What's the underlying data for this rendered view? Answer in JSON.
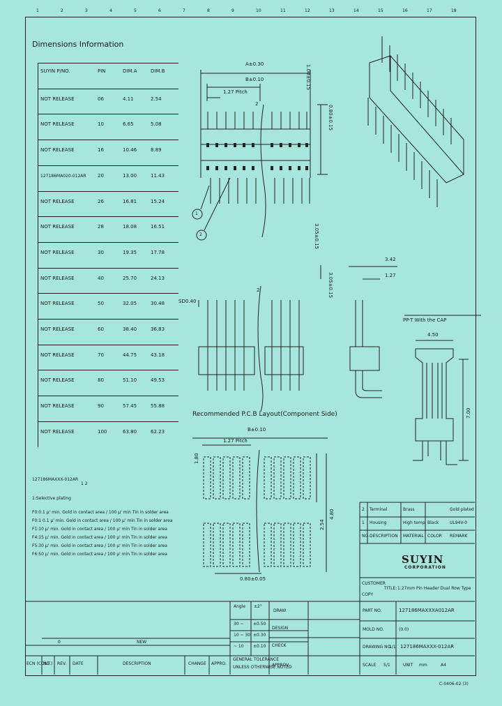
{
  "ruler_top": [
    "1",
    "2",
    "3",
    "4",
    "5",
    "6",
    "7",
    "8",
    "9",
    "10",
    "11",
    "12",
    "13",
    "14",
    "15",
    "16",
    "17",
    "18"
  ],
  "dim_info": {
    "title": "Dimensions Information",
    "headers": [
      "SUYIN P/NO.",
      "PIN",
      "DIM.A",
      "DIM.B"
    ],
    "rows": [
      [
        "NOT RELEASE",
        "06",
        "4.11",
        "2.54"
      ],
      [
        "NOT RELEASE",
        "10",
        "6.65",
        "5.08"
      ],
      [
        "NOT RELEASE",
        "16",
        "10.46",
        "8.89"
      ],
      [
        "127186MA020-012AR",
        "20",
        "13.00",
        "11.43"
      ],
      [
        "NOT RELEASE",
        "26",
        "16.81",
        "15.24"
      ],
      [
        "NOT RELEASE",
        "28",
        "18.08",
        "16.51"
      ],
      [
        "NOT RELEASE",
        "30",
        "19.35",
        "17.78"
      ],
      [
        "NOT RELEASE",
        "40",
        "25.70",
        "24.13"
      ],
      [
        "NOT RELEASE",
        "50",
        "32.05",
        "30.48"
      ],
      [
        "NOT RELEASE",
        "60",
        "38.40",
        "36.83"
      ],
      [
        "NOT RELEASE",
        "70",
        "44.75",
        "43.18"
      ],
      [
        "NOT RELEASE",
        "80",
        "51.10",
        "49.53"
      ],
      [
        "NOT RELEASE",
        "90",
        "57.45",
        "55.88"
      ],
      [
        "NOT RELEASE",
        "100",
        "63.80",
        "62.23"
      ]
    ]
  },
  "drawing": {
    "dim_a": "A±0.30",
    "dim_b": "B±0.10",
    "pitch": "1.27 Pitch",
    "pitch2": "1.27 Pitch",
    "b010": "B±0.10",
    "v1": "1.00±0.15",
    "v2": "0.80±0.15",
    "v3": "3.05±0.15",
    "v4": "3.05±0.15",
    "h342": "3.42",
    "h127": "1.27",
    "sd": "SD0.40",
    "pcb_caption": "Recommended P.C.B Layout(Component Side)",
    "pcb_w": "0.80±0.05",
    "pcb_h1": "1.80",
    "pcb_h2": "2.54",
    "pcb_h3": "4.80",
    "with_cap": "PP-T With the CAP",
    "cap_w": "4.50",
    "cap_h": "7.00",
    "balloon1": "1",
    "balloon2": "2"
  },
  "order": {
    "code": "127186MAXXX-012AR",
    "bar": "1 2",
    "note": "1:Selective plating",
    "items": [
      "F0:0.1 μ' min. Gold in contact area / 100 μ' min Tin in solder area",
      "F0:1 0.1 μ' min. Gold in contact area / 100 μ' min Tin in solder area",
      "F1:10 μ' min. Gold in contact area / 100 μ' min Tin in solder area",
      "F4:15 μ' min. Gold in contact area / 100 μ' min Tin in solder area",
      "F5:30 μ' min. Gold in contact area / 100 μ' min Tin in solder area",
      "F6:50 μ' min. Gold in contact area / 100 μ' min Tin in solder area"
    ]
  },
  "bom": {
    "rows": [
      [
        "2",
        "Terminal",
        "Brass",
        "",
        "Gold plated"
      ],
      [
        "1",
        "Housing",
        "High temp.",
        "Black",
        "UL94V-0"
      ]
    ],
    "header": [
      "NO.",
      "DESCRIPTION",
      "MATERIAL",
      "COLOR",
      "REMARK"
    ]
  },
  "company": {
    "name": "SUYIN",
    "sub": "CORPORATION"
  },
  "title_block": {
    "customer_label": "CUSTOMER",
    "title_label": "TITLE:",
    "title_value": "1.27mm Pin Header Dual Row Type",
    "copy_label": "COPY",
    "part_no_label": "PART NO.",
    "part_no_value": "127186MAXXXA012AR",
    "mold_label": "MOLD NO.",
    "mold_value": "(0.0)",
    "drawing_no_label": "DRAWING NO.",
    "drawing_no_value": "127186MAXXX-012AR",
    "sheet_frac": "1/1",
    "scale_label": "SCALE",
    "scale_value": "5/1",
    "unit_label": "UNIT",
    "unit_value": "mm",
    "size_value": "A4",
    "draw_label": "DRAW",
    "design_label": "DESIGN",
    "check_label": "CHECK",
    "approv_label": "APPROV.",
    "tol_angle": "Angle",
    "tol_pm": "±2°",
    "tol_rows": [
      [
        "30 ~",
        "±0.50"
      ],
      [
        "10 ~ 30",
        "±0.30"
      ],
      [
        "~ 10",
        "±0.10"
      ]
    ],
    "general_tol": "GENERAL TOLERANCE",
    "unless": "UNLESS OTHERWISE NOTED"
  },
  "revision": {
    "headers": [
      "ECN (CONT.)",
      "NO.",
      "REV.",
      "DATE",
      "DESCRIPTION",
      "CHANGE",
      "APPRO."
    ],
    "row_mark": "0",
    "new_label": "NEW"
  },
  "doc_code": "C-0406-02 (3)"
}
